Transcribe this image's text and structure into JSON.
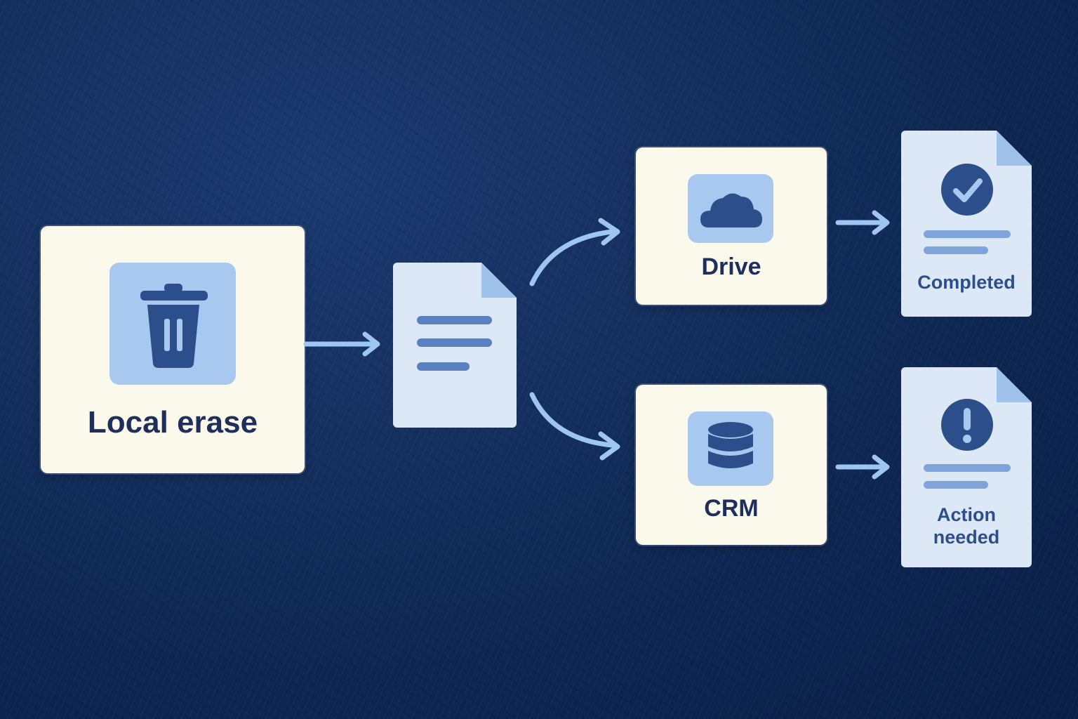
{
  "nodes": {
    "local_erase": {
      "label": "Local erase",
      "icon": "trash-icon"
    },
    "drive": {
      "label": "Drive",
      "icon": "cloud-icon"
    },
    "crm": {
      "label": "CRM",
      "icon": "database-icon"
    },
    "completed": {
      "label": "Completed",
      "icon": "check-circle-icon"
    },
    "action_needed": {
      "label_line1": "Action",
      "label_line2": "needed",
      "icon": "exclamation-circle-icon"
    }
  },
  "colors": {
    "background": "#0d2550",
    "card": "#fbf8ec",
    "document": "#dde8f7",
    "icon_tile": "#a9c8ef",
    "icon": "#2c4f8c",
    "arrow": "#9fc6f2",
    "text": "#1e2f5c"
  }
}
